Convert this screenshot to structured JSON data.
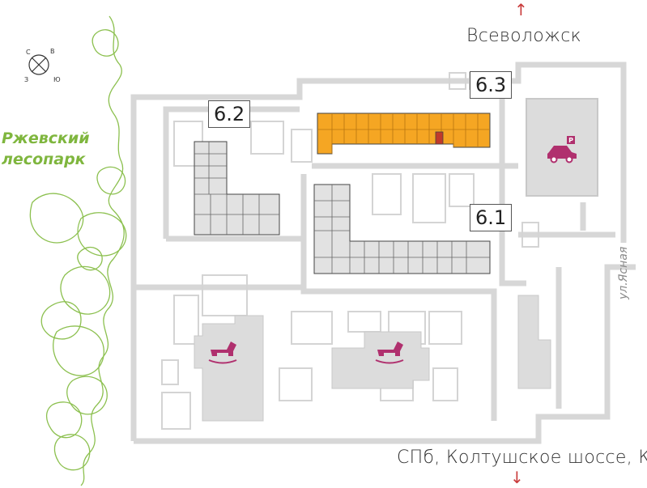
{
  "directions": {
    "north_city": "Всеволожск",
    "south_route": "СПб, Колтушское шоссе, КАД",
    "north_arrow": "↑",
    "south_arrow": "↓"
  },
  "park": {
    "line1": "Ржевский",
    "line2": "лесопарк"
  },
  "street": "ул.Ясная",
  "compass": {
    "n": "С",
    "e": "В",
    "s": "Ю",
    "w": "З"
  },
  "buildings": [
    {
      "id": "6.3",
      "status": "selected"
    },
    {
      "id": "6.2",
      "status": "default"
    },
    {
      "id": "6.1",
      "status": "default"
    }
  ],
  "colors": {
    "selected_building": "#f5a623",
    "selected_unit": "#c0392b",
    "building_fill": "#e2e2e2",
    "park_green": "#7fb63e",
    "playground_icon": "#b0306e",
    "parking_icon": "#b0306e",
    "arrow": "#c93a3a"
  },
  "icons": [
    "compass-icon",
    "parking-icon",
    "playground-icon"
  ]
}
